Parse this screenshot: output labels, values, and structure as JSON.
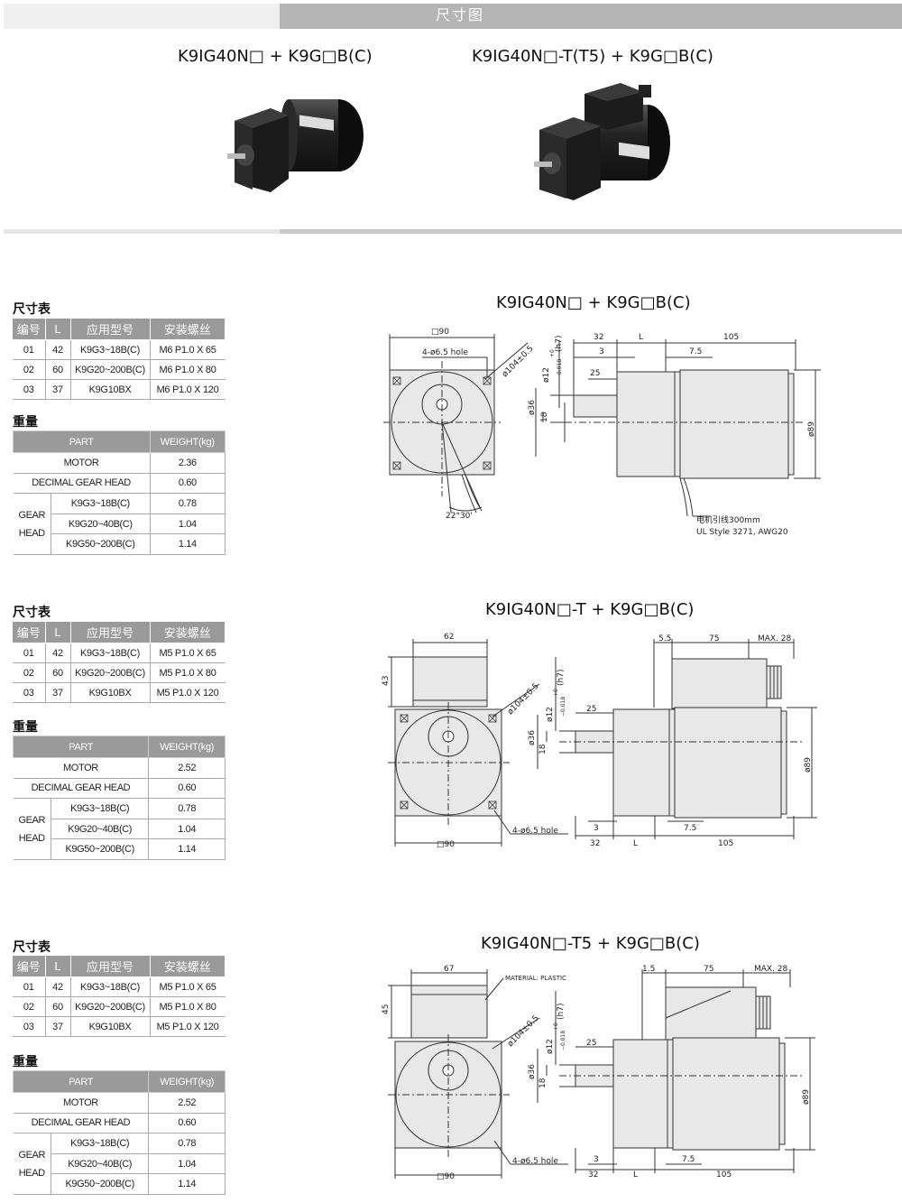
{
  "header": {
    "title": "尺寸图"
  },
  "models": [
    {
      "title": "K9IG40N□ + K9G□B(C)"
    },
    {
      "title": "K9IG40N□-T(T5) + K9G□B(C)"
    }
  ],
  "sections": [
    {
      "spec_label": "尺寸表",
      "spec_headers": [
        "编号",
        "L",
        "应用型号",
        "安装螺丝"
      ],
      "spec_rows": [
        [
          "01",
          "42",
          "K9G3~18B(C)",
          "M6 P1.0 X 65"
        ],
        [
          "02",
          "60",
          "K9G20~200B(C)",
          "M6 P1.0 X 80"
        ],
        [
          "03",
          "37",
          "K9G10BX",
          "M6 P1.0 X 120"
        ]
      ],
      "weight_label": "重量",
      "weight_headers": [
        "PART",
        "WEIGHT(kg)"
      ],
      "weight_motor": [
        "MOTOR",
        "2.36"
      ],
      "weight_decimal": [
        "DECIMAL GEAR HEAD",
        "0.60"
      ],
      "gear_label_1": "GEAR",
      "gear_label_2": "HEAD",
      "gear_rows": [
        [
          "K9G3~18B(C)",
          "0.78"
        ],
        [
          "K9G20~40B(C)",
          "1.04"
        ],
        [
          "K9G50~200B(C)",
          "1.14"
        ]
      ],
      "drawing_title": "K9IG40N□ + K9G□B(C)",
      "dims": {
        "sq": "□90",
        "hole": "4-ø6.5 hole",
        "pcd": "ø104±0.5",
        "shaft": "ø12",
        "tol": "−0.018",
        "tol0": "+0",
        "fit": "(h7)",
        "boss": "ø36",
        "half": "18",
        "l32": "32",
        "L": "L",
        "l105": "105",
        "l3": "3",
        "l7": "7.5",
        "l25": "25",
        "dia": "ø89",
        "angle": "22°30'",
        "lead1": "电机引线300mm",
        "lead2": "UL Style 3271, AWG20"
      }
    },
    {
      "spec_label": "尺寸表",
      "spec_headers": [
        "编号",
        "L",
        "应用型号",
        "安装螺丝"
      ],
      "spec_rows": [
        [
          "01",
          "42",
          "K9G3~18B(C)",
          "M5 P1.0 X 65"
        ],
        [
          "02",
          "60",
          "K9G20~200B(C)",
          "M5 P1.0 X 80"
        ],
        [
          "03",
          "37",
          "K9G10BX",
          "M5 P1.0 X 120"
        ]
      ],
      "weight_label": "重量",
      "weight_headers": [
        "PART",
        "WEIGHT(kg)"
      ],
      "weight_motor": [
        "MOTOR",
        "2.52"
      ],
      "weight_decimal": [
        "DECIMAL GEAR HEAD",
        "0.60"
      ],
      "gear_label_1": "GEAR",
      "gear_label_2": "HEAD",
      "gear_rows": [
        [
          "K9G3~18B(C)",
          "0.78"
        ],
        [
          "K9G20~40B(C)",
          "1.04"
        ],
        [
          "K9G50~200B(C)",
          "1.14"
        ]
      ],
      "drawing_title": "K9IG40N□-T + K9G□B(C)",
      "dims": {
        "box_w": "62",
        "box_h": "43",
        "sq": "□90",
        "hole": "4-ø6.5 hole",
        "pcd": "ø104±0.5",
        "shaft": "ø12",
        "tol": "−0.018",
        "tol0": "+0",
        "fit": "(h7)",
        "boss": "ø36",
        "half": "18",
        "l32": "32",
        "L": "L",
        "l105": "105",
        "l3": "3",
        "l7": "7.5",
        "l25": "25",
        "dia": "ø89",
        "top1": "5.5",
        "top2": "75",
        "top3": "MAX. 28"
      }
    },
    {
      "spec_label": "尺寸表",
      "spec_headers": [
        "编号",
        "L",
        "应用型号",
        "安装螺丝"
      ],
      "spec_rows": [
        [
          "01",
          "42",
          "K9G3~18B(C)",
          "M5 P1.0 X 65"
        ],
        [
          "02",
          "60",
          "K9G20~200B(C)",
          "M5 P1.0 X 80"
        ],
        [
          "03",
          "37",
          "K9G10BX",
          "M5 P1.0 X 120"
        ]
      ],
      "weight_label": "重量",
      "weight_headers": [
        "PART",
        "WEIGHT(kg)"
      ],
      "weight_motor": [
        "MOTOR",
        "2.52"
      ],
      "weight_decimal": [
        "DECIMAL GEAR HEAD",
        "0.60"
      ],
      "gear_label_1": "GEAR",
      "gear_label_2": "HEAD",
      "gear_rows": [
        [
          "K9G3~18B(C)",
          "0.78"
        ],
        [
          "K9G20~40B(C)",
          "1.04"
        ],
        [
          "K9G50~200B(C)",
          "1.14"
        ]
      ],
      "drawing_title": "K9IG40N□-T5 + K9G□B(C)",
      "dims": {
        "box_w": "67",
        "box_h": "45",
        "material": "MATERIAL: PLASTIC",
        "sq": "□90",
        "hole": "4-ø6.5 hole",
        "pcd": "ø104±0.5",
        "shaft": "ø12",
        "tol": "−0.018",
        "tol0": "+0",
        "fit": "(h7)",
        "boss": "ø36",
        "half": "18",
        "l32": "32",
        "L": "L",
        "l105": "105",
        "l3": "3",
        "l7": "7.5",
        "l25": "25",
        "dia": "ø89",
        "top1": "1.5",
        "top2": "75",
        "top3": "MAX. 28"
      }
    }
  ]
}
